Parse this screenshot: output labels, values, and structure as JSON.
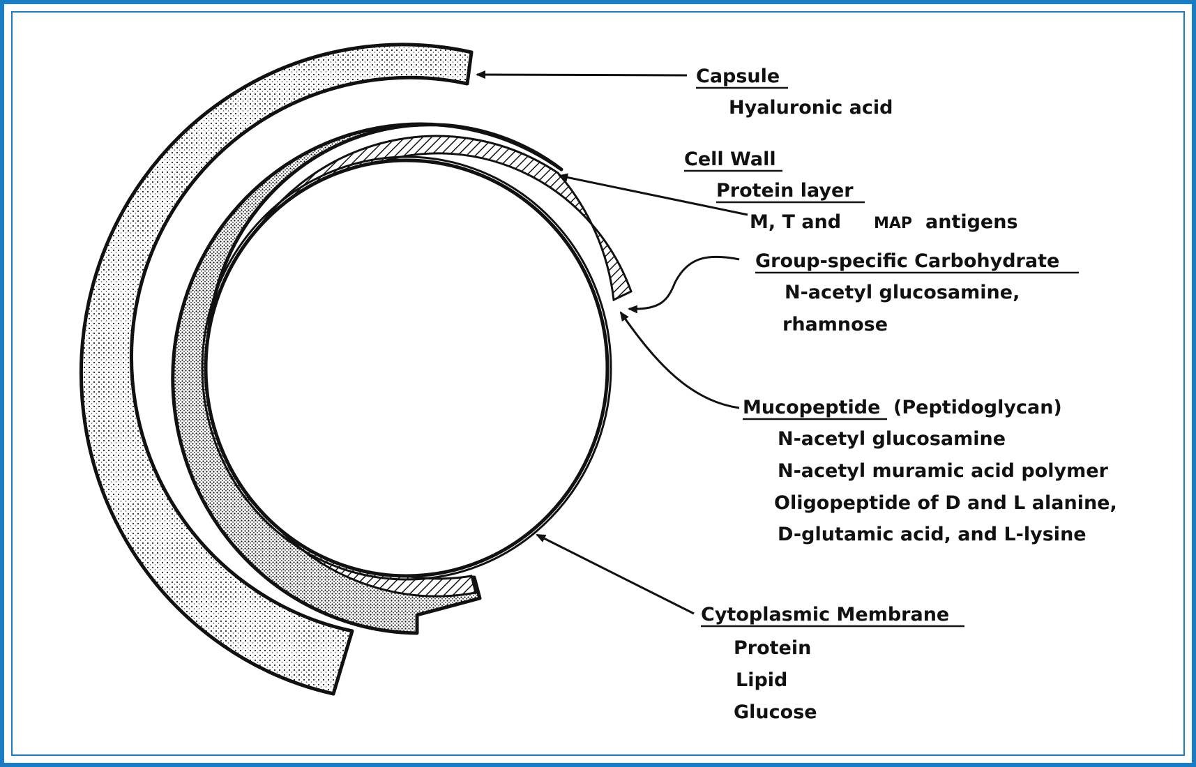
{
  "colors": {
    "frame": "#1a7dc4",
    "ink": "#111111"
  },
  "labels": {
    "capsule": {
      "title": "Capsule",
      "items": [
        "Hyaluronic acid"
      ]
    },
    "cell_wall": {
      "title": "Cell Wall"
    },
    "protein_layer": {
      "title": "Protein layer",
      "antigens_a": "M, T  and",
      "antigens_b": "MAP",
      "antigens_c": "antigens"
    },
    "group_carbohydrate": {
      "title": "Group-specific Carbohydrate",
      "items": [
        "N-acetyl glucosamine,",
        "rhamnose"
      ]
    },
    "mucopeptide": {
      "title": "Mucopeptide",
      "qualifier": "(Peptidoglycan)",
      "items": [
        "N-acetyl glucosamine",
        "N-acetyl muramic acid polymer",
        "Oligopeptide of D and  L alanine,",
        "D-glutamic acid, and  L-lysine"
      ]
    },
    "membrane": {
      "title": "Cytoplasmic Membrane",
      "items": [
        "Protein",
        "Lipid",
        "Glucose"
      ]
    }
  }
}
